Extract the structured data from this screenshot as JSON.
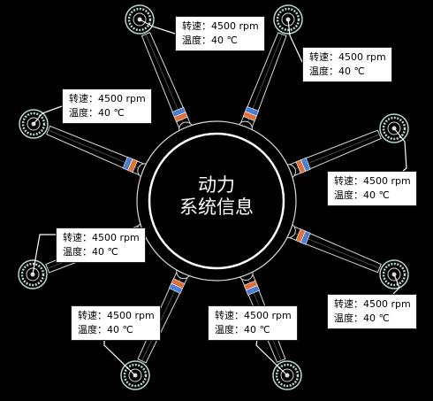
{
  "center": {
    "line1": "动力",
    "line2": "系统信息"
  },
  "motors": [
    {
      "id": "m1",
      "speed": "转速：4500 rpm",
      "temp": "温度：40 ℃"
    },
    {
      "id": "m2",
      "speed": "转速：4500 rpm",
      "temp": "温度：40 ℃"
    },
    {
      "id": "m3",
      "speed": "转速：4500 rpm",
      "temp": "温度：40 ℃"
    },
    {
      "id": "m4",
      "speed": "转速：4500 rpm",
      "temp": "温度：40 ℃"
    },
    {
      "id": "m5",
      "speed": "转速：4500 rpm",
      "temp": "温度：40 ℃"
    },
    {
      "id": "m6",
      "speed": "转速：4500 rpm",
      "temp": "温度：40 ℃"
    },
    {
      "id": "m7",
      "speed": "转速：4500 rpm",
      "temp": "温度：40 ℃"
    },
    {
      "id": "m8",
      "speed": "转速：4500 rpm",
      "temp": "温度：40 ℃"
    }
  ],
  "colors": {
    "background": "#000000",
    "frame_line": "#d8d8d8",
    "motor_ring": "#b8d8c8",
    "band_orange": "#e0703a",
    "band_blue": "#4a7fd0"
  }
}
